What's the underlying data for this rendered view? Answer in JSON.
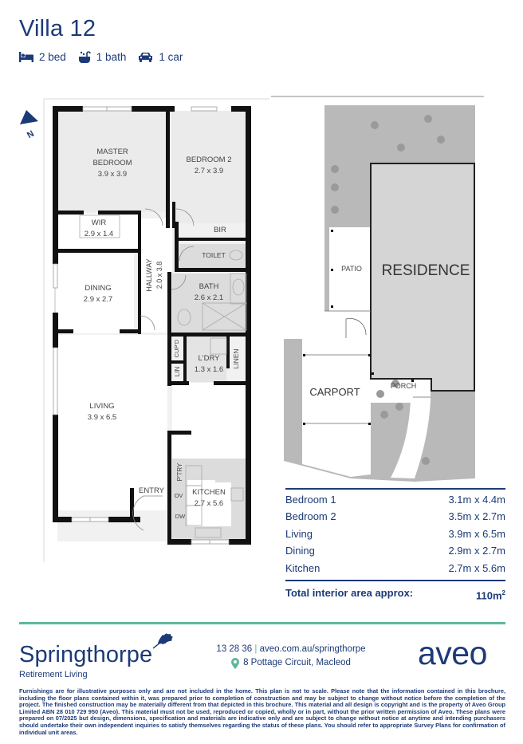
{
  "header": {
    "title": "Villa 12",
    "features": [
      {
        "icon": "bed-icon",
        "label": "2 bed"
      },
      {
        "icon": "bath-icon",
        "label": "1 bath"
      },
      {
        "icon": "car-icon",
        "label": "1 car"
      }
    ]
  },
  "floor_plan": {
    "compass_label": "N",
    "rooms": [
      {
        "name": "MASTER",
        "name2": "BEDROOM",
        "size": "3.9 x 3.9"
      },
      {
        "name": "BEDROOM 2",
        "size": "2.7 x 3.9"
      },
      {
        "name": "WIR",
        "size": "2.9 x 1.4"
      },
      {
        "name": "BIR"
      },
      {
        "name": "TOILET"
      },
      {
        "name": "HALLWAY",
        "size": "2.0 x 3.8"
      },
      {
        "name": "DINING",
        "size": "2.9 x 2.7"
      },
      {
        "name": "BATH",
        "size": "2.6 x 2.1"
      },
      {
        "name": "CUP'D"
      },
      {
        "name": "LIN"
      },
      {
        "name": "L'DRY",
        "size": "1.3 x 1.6"
      },
      {
        "name": "LINEN"
      },
      {
        "name": "LIVING",
        "size": "3.9 x 6.5"
      },
      {
        "name": "P'TRY"
      },
      {
        "name": "OV"
      },
      {
        "name": "DW"
      },
      {
        "name": "KITCHEN",
        "size": "2.7 x 5.6"
      },
      {
        "name": "ENTRY"
      }
    ]
  },
  "site_plan": {
    "labels": {
      "residence": "RESIDENCE",
      "patio": "PATIO",
      "carport": "CARPORT",
      "porch": "PORCH"
    }
  },
  "room_sizes": {
    "rows": [
      {
        "room": "Bedroom 1",
        "size": "3.1m x 4.4m"
      },
      {
        "room": "Bedroom 2",
        "size": "3.5m x 2.7m"
      },
      {
        "room": "Living",
        "size": "3.9m x 6.5m"
      },
      {
        "room": "Dining",
        "size": "2.9m x 2.7m"
      },
      {
        "room": "Kitchen",
        "size": "2.7m x 5.6m"
      }
    ],
    "total_label": "Total interior area approx:",
    "total_value": "110m",
    "total_unit_sup": "2"
  },
  "footer": {
    "brand_name": "Springthorpe",
    "brand_sub": "Retirement Living",
    "phone": "13 28 36",
    "separator": "|",
    "website": "aveo.com.au/springthorpe",
    "address": "8 Pottage Circuit, Macleod",
    "company_logo": "aveo",
    "disclaimer": "Furnishings are for illustrative purposes only and are not included in the home. This plan is not to scale. Please note that the information contained in this brochure, including the floor plans contained within it, was prepared prior to completion of construction and may be subject to change without notice before the completion of the project. The finished construction may be materially different from that depicted in this brochure. This material and all design is copyright and is the property of Aveo Group Limited ABN 28 010 729 950 (Aveo). This material must not be used, reproduced or copied, wholly or in part, without the prior written permission of Aveo. These plans were prepared on 07/2025 but design, dimensions, specification and materials are indicative only and are subject to change without notice at anytime and intending purchasers should undertake their own independent inquiries to satisfy themselves regarding the status of these plans. You should refer to appropriate Survey Plans for confirmation of individual unit areas."
  },
  "colors": {
    "brand_navy": "#1c3a78",
    "accent_green": "#5fb89a",
    "wall": "#111111",
    "room_fill": "#ececec",
    "wet_fill": "#d9d9d9",
    "site_grey": "#b8b8b8",
    "residence_fill": "#d4d4d4"
  }
}
